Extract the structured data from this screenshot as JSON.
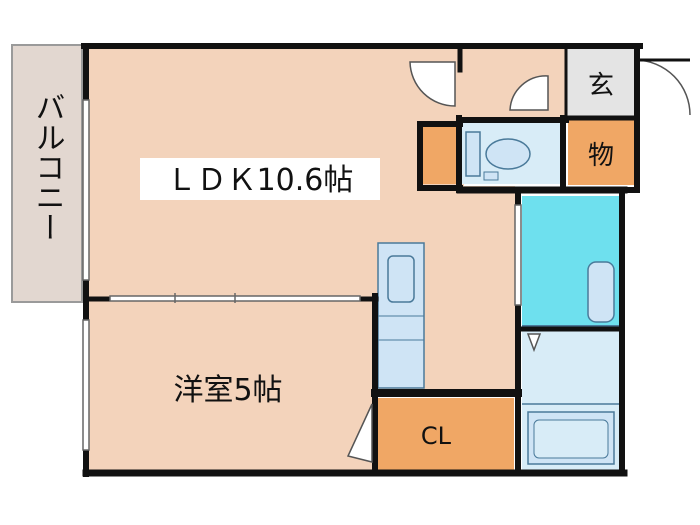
{
  "floorplan": {
    "rooms": {
      "balcony": {
        "label": "バルコニー"
      },
      "ldk": {
        "label": "ＬＤＫ10.6帖"
      },
      "western_room": {
        "label": "洋室5帖"
      },
      "closet": {
        "label": "CL"
      },
      "entrance": {
        "label": "玄"
      },
      "storage": {
        "label": "物"
      }
    },
    "colors": {
      "wall": "#111111",
      "floor": "#f3d3bb",
      "balcony": "#e2d7d0",
      "closet": "#f0a765",
      "bath": "#6ee0ee",
      "wet_area": "#d8ecf7",
      "fixture": "#cfe4f5",
      "entrance": "#e4e4e4"
    }
  }
}
